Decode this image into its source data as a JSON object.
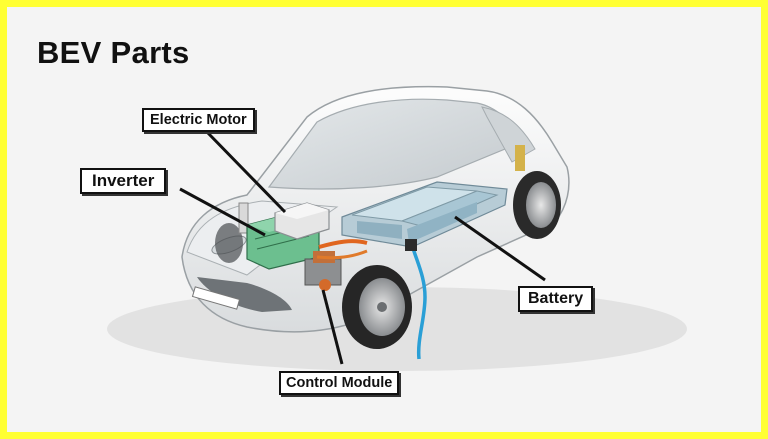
{
  "title": "BEV Parts",
  "labels": {
    "electric_motor": "Electric Motor",
    "inverter": "Inverter",
    "battery": "Battery",
    "control_module": "Control Module"
  },
  "colors": {
    "border": "#ffff33",
    "background": "#f4f4f4",
    "battery_pack": "#9fc6d6",
    "inverter_body": "#5fb583",
    "charging_cable": "#2a9fd6",
    "label_border": "#111111"
  }
}
